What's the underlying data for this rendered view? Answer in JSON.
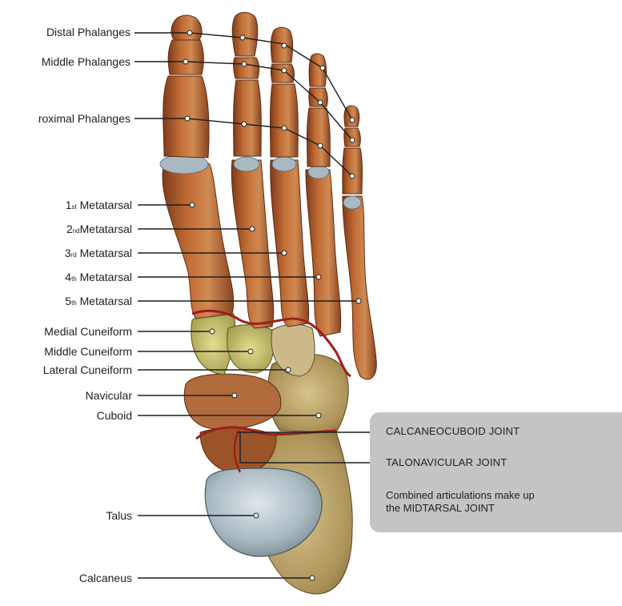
{
  "labels": {
    "distal_phalanges": "Distal Phalanges",
    "middle_phalanges": "Middle Phalanges",
    "proximal_phalanges": "roximal Phalanges",
    "metatarsal_1": {
      "num": "1",
      "sup": "st",
      "text": "Metatarsal"
    },
    "metatarsal_2": {
      "num": "2",
      "sup": "nd",
      "text": "Metatarsal"
    },
    "metatarsal_3": {
      "num": "3",
      "sup": "rd",
      "text": "Metatarsal"
    },
    "metatarsal_4": {
      "num": "4",
      "sup": "th",
      "text": "Metatarsal"
    },
    "metatarsal_5": {
      "num": "5",
      "sup": "th",
      "text": "Metatarsal"
    },
    "medial_cuneiform": "Medial Cuneiform",
    "middle_cuneiform": "Middle Cuneiform",
    "lateral_cuneiform": "Lateral Cuneiform",
    "navicular": "Navicular",
    "cuboid": "Cuboid",
    "talus": "Talus",
    "calcaneus": "Calcaneus"
  },
  "callout": {
    "calcaneocuboid": "CALCANEOCUBOID JOINT",
    "talonavicular": "TALONAVICULAR JOINT",
    "note_line1": "Combined articulations make up",
    "note_line2": "the MIDTARSAL JOINT"
  },
  "colors": {
    "bone_main": "#b8642f",
    "bone_dark": "#7e3b1a",
    "bone_light": "#d89a66",
    "cartilage": "#a9b9c2",
    "cuneiform_yellow": "#c7c07a",
    "calcaneus": "#b9a26a",
    "joint_red": "#9e1f1a",
    "callout_bg": "#c4c4c4"
  }
}
